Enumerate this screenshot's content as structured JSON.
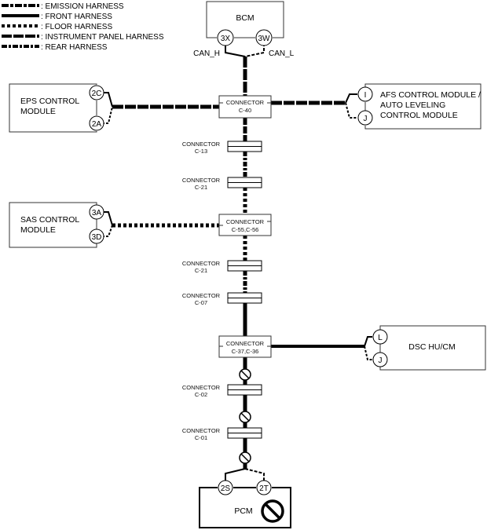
{
  "legend": [
    {
      "key": "emission",
      "label": ": EMISSION HARNESS"
    },
    {
      "key": "front",
      "label": ": FRONT HARNESS"
    },
    {
      "key": "floor",
      "label": ": FLOOR HARNESS"
    },
    {
      "key": "instrument",
      "label": ": INSTRUMENT PANEL HARNESS"
    },
    {
      "key": "rear",
      "label": ": REAR HARNESS"
    }
  ],
  "modules": {
    "bcm": {
      "name": "BCM",
      "pins": [
        "3X",
        "3W"
      ],
      "signals": [
        "CAN_H",
        "CAN_L"
      ]
    },
    "eps": {
      "lines": [
        "EPS CONTROL",
        "MODULE"
      ],
      "pins": [
        "2C",
        "2A"
      ]
    },
    "afs": {
      "lines": [
        "AFS CONTROL MODULE /",
        "AUTO LEVELING",
        "CONTROL MODULE"
      ],
      "pins": [
        "I",
        "J"
      ]
    },
    "sas": {
      "lines": [
        "SAS CONTROL",
        "MODULE"
      ],
      "pins": [
        "3A",
        "3D"
      ]
    },
    "dsc": {
      "name": "DSC HU/CM",
      "pins": [
        "L",
        "J"
      ]
    },
    "pcm": {
      "name": "PCM",
      "pins": [
        "2S",
        "2T"
      ],
      "icon": "prohibited-icon"
    }
  },
  "connectors": {
    "c40": {
      "title": "CONNECTOR",
      "id": "C-40"
    },
    "c13": {
      "title": "CONNECTOR",
      "id": "C-13"
    },
    "c21a": {
      "title": "CONNECTOR",
      "id": "C-21"
    },
    "c55": {
      "title": "CONNECTOR",
      "id": "C-55,C-56"
    },
    "c21b": {
      "title": "CONNECTOR",
      "id": "C-21"
    },
    "c07": {
      "title": "CONNECTOR",
      "id": "C-07"
    },
    "c37": {
      "title": "CONNECTOR",
      "id": "C-37,C-36"
    },
    "c02": {
      "title": "CONNECTOR",
      "id": "C-02"
    },
    "c01": {
      "title": "CONNECTOR",
      "id": "C-01"
    }
  },
  "harness_segments": [
    {
      "from": "BCM",
      "to": "C-40",
      "harness": "instrument"
    },
    {
      "from": "EPS CONTROL MODULE",
      "to": "C-40",
      "harness": "instrument"
    },
    {
      "from": "C-40",
      "to": "AFS CONTROL MODULE",
      "harness": "instrument"
    },
    {
      "from": "C-40",
      "to": "C-13",
      "harness": "instrument"
    },
    {
      "from": "C-13",
      "to": "C-21",
      "harness": "rear"
    },
    {
      "from": "C-21",
      "to": "C-55,C-56",
      "harness": "floor"
    },
    {
      "from": "SAS CONTROL MODULE",
      "to": "C-55,C-56",
      "harness": "floor"
    },
    {
      "from": "C-55,C-56",
      "to": "C-21",
      "harness": "floor"
    },
    {
      "from": "C-21",
      "to": "C-07",
      "harness": "rear"
    },
    {
      "from": "C-07",
      "to": "C-37,C-36",
      "harness": "front"
    },
    {
      "from": "C-37,C-36",
      "to": "DSC HU/CM",
      "harness": "front"
    },
    {
      "from": "C-37,C-36",
      "to": "C-02",
      "harness": "front"
    },
    {
      "from": "C-02",
      "to": "C-01",
      "harness": "front"
    },
    {
      "from": "C-01",
      "to": "PCM",
      "harness": "front"
    }
  ],
  "colors": {
    "line": "#000000",
    "box": "#333333",
    "background": "#ffffff"
  }
}
